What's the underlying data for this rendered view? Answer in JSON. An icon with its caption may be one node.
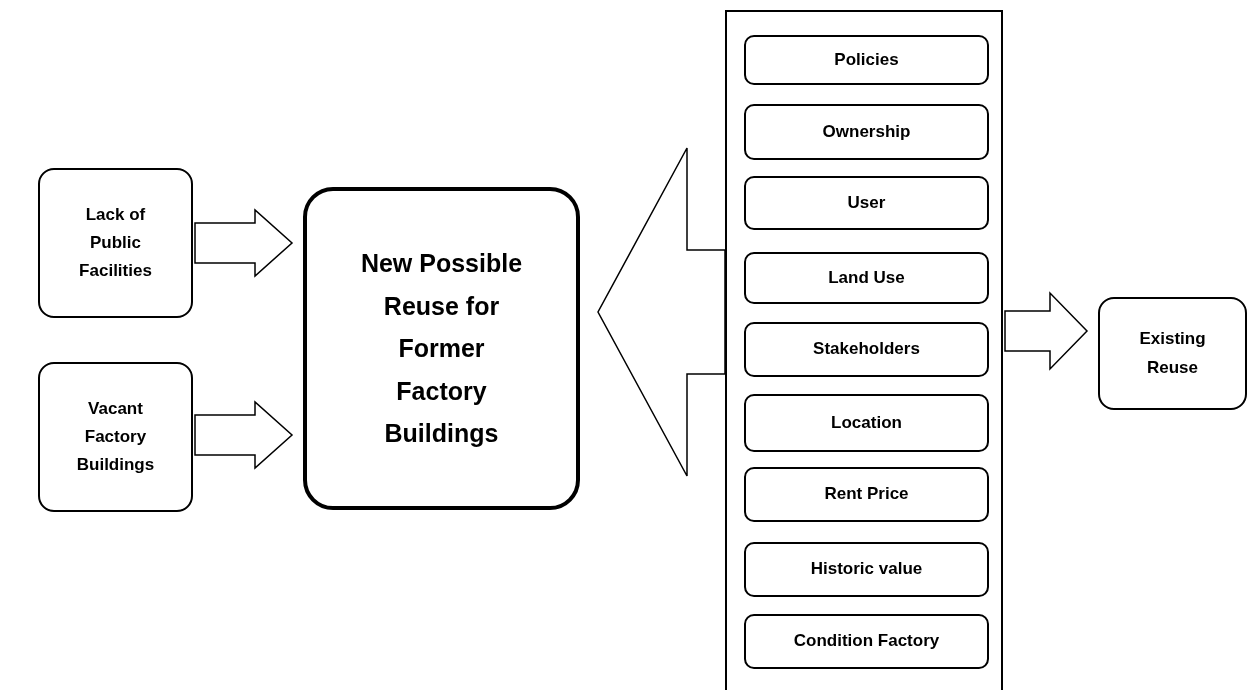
{
  "diagram": {
    "nodes": [
      {
        "text": [
          "Lack of Public Facilities"
        ]
      },
      {
        "text": [
          "Vacant Factory Buildings"
        ]
      },
      {
        "text": [
          "New Possible Reuse for Former Factory Buildings"
        ]
      },
      {
        "text": [],
        "shape": "box"
      },
      {
        "text": [
          "Policies"
        ],
        "in": 3
      },
      {
        "text": [
          "Ownership"
        ],
        "in": 3
      },
      {
        "text": [
          "User"
        ],
        "in": 3
      },
      {
        "text": [
          "Land Use"
        ],
        "in": 3
      },
      {
        "text": [
          "Stakeholders"
        ],
        "in": 3
      },
      {
        "text": [
          "Location"
        ],
        "in": 3
      },
      {
        "text": [
          "Rent Price"
        ],
        "in": 3
      },
      {
        "text": [
          "Historic value"
        ],
        "in": 3
      },
      {
        "text": [
          "Condition Factory"
        ],
        "in": 3
      },
      {
        "text": [
          "Existing Reuse"
        ]
      }
    ],
    "edges": [
      {
        "from": 0,
        "to": 2,
        "arrow": "to"
      },
      {
        "from": 1,
        "to": 2,
        "arrow": "to"
      },
      {
        "from": 3,
        "to": 2,
        "arrow": "to"
      },
      {
        "from": 3,
        "to": 13,
        "arrow": "to"
      }
    ]
  }
}
